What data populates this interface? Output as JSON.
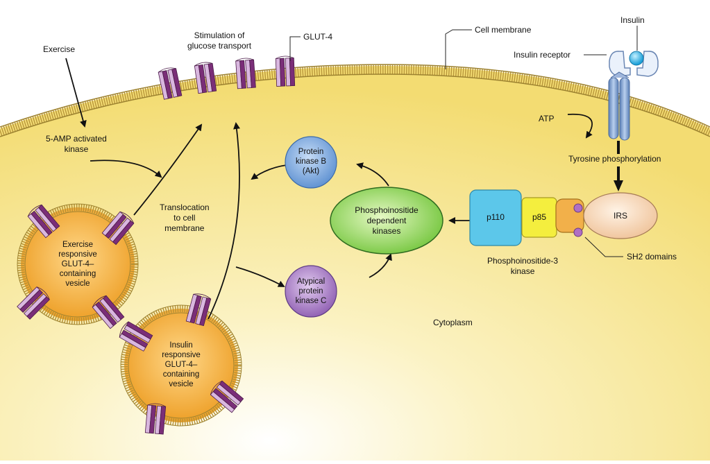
{
  "labels": {
    "exercise": "Exercise",
    "stimulation": "Stimulation of\nglucose transport",
    "glut4": "GLUT-4",
    "cell_membrane": "Cell membrane",
    "insulin": "Insulin",
    "insulin_receptor": "Insulin receptor",
    "atp": "ATP",
    "ampk": "5-AMP activated\nkinase",
    "tyrosine": "Tyrosine phosphorylation",
    "translocation": "Translocation\nto cell\nmembrane",
    "pi3k": "Phosphoinositide-3\nkinase",
    "sh2": "SH2 domains",
    "cytoplasm": "Cytoplasm"
  },
  "nodes": {
    "pkb": "Protein\nkinase B\n(Akt)",
    "pdk": "Phosphoinositide\ndependent\nkinases",
    "apkc": "Atypical\nprotein\nkinase C",
    "p110": "p110",
    "p85": "p85",
    "irs": "IRS",
    "ex_vesicle": "Exercise\nresponsive\nGLUT-4–\ncontaining\nvesicle",
    "ins_vesicle": "Insulin\nresponsive\nGLUT-4–\ncontaining\nvesicle"
  },
  "colors": {
    "cytoplasm": "#f5e27e",
    "membrane": "#c9a84a",
    "glut4": "#7a2e78",
    "glut4_light": "#d9b7df",
    "vesicle": "#f2a72a",
    "pkb": "#7aa7dc",
    "pdk": "#8bd24a",
    "apkc": "#a678c4",
    "p110": "#5cc7e8",
    "p85": "#f3ef3a",
    "irs": "#f4d3b2",
    "receptor": "#7f9fcc",
    "insulin": "#2db3e6"
  }
}
